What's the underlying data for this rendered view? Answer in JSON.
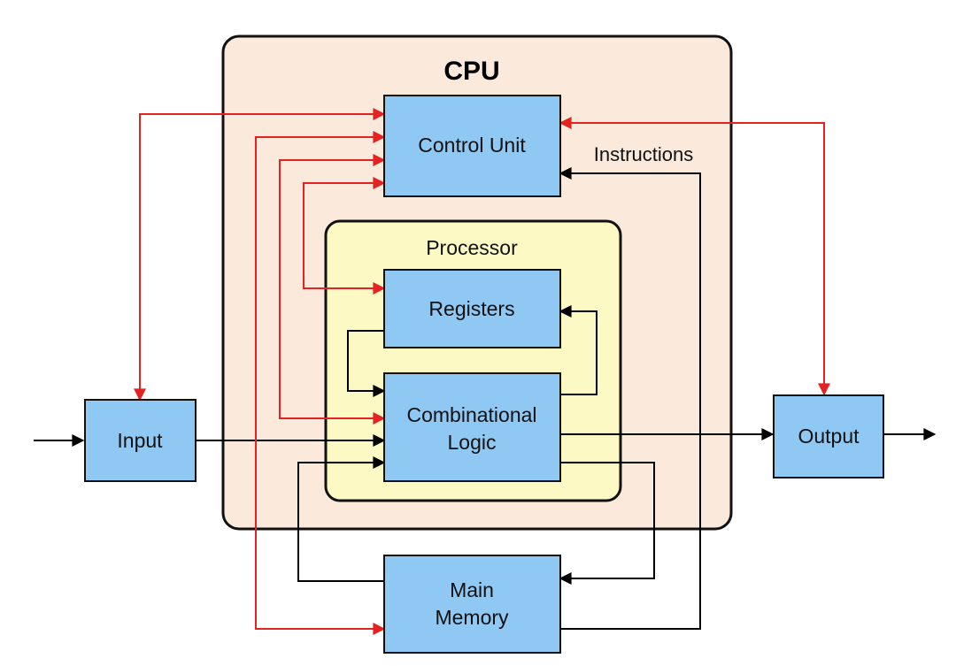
{
  "diagram": {
    "cpu_label": "CPU",
    "processor_label": "Processor",
    "instructions_label": "Instructions",
    "blocks": {
      "control_unit": "Control Unit",
      "registers": "Registers",
      "combinational_logic_line1": "Combinational",
      "combinational_logic_line2": "Logic",
      "input": "Input",
      "output": "Output",
      "main_memory_line1": "Main",
      "main_memory_line2": "Memory"
    }
  },
  "colors": {
    "cpu_fill": "#fbe9dc",
    "processor_fill": "#fdf9c4",
    "block_fill": "#8fc8f3",
    "control_arrow": "#e52222",
    "data_arrow": "#000000"
  }
}
